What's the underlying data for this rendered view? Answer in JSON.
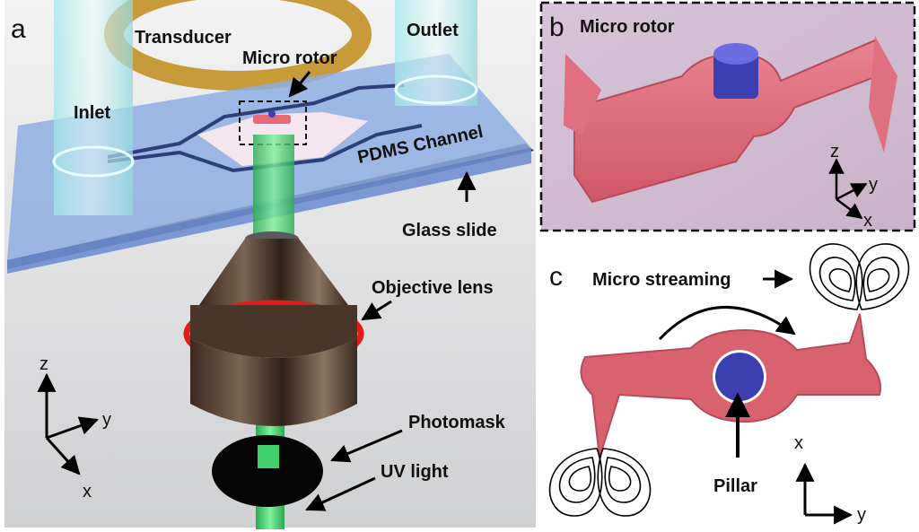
{
  "panel_a": {
    "letter": "a",
    "labels": {
      "transducer": "Transducer",
      "outlet": "Outlet",
      "micro_rotor": "Micro rotor",
      "inlet": "Inlet",
      "pdms_channel": "PDMS Channel",
      "glass_slide": "Glass slide",
      "objective_lens": "Objective lens",
      "photomask": "Photomask",
      "uv_light": "UV light"
    },
    "axes": {
      "z": "z",
      "y": "y",
      "x": "x"
    }
  },
  "panel_b": {
    "letter": "b",
    "title": "Micro rotor",
    "axes": {
      "z": "z",
      "y": "y",
      "x": "x"
    }
  },
  "panel_c": {
    "letter": "c",
    "labels": {
      "micro_streaming": "Micro streaming",
      "pillar": "Pillar"
    },
    "axes": {
      "x": "x",
      "y": "y"
    }
  },
  "colors": {
    "rotor": "#d9626f",
    "pillar": "#3c3fb0",
    "channel": "#7a9cd8",
    "uv": "#3fd06a",
    "lens_ring": "#e21b1b",
    "transducer": "#c79a3a"
  }
}
